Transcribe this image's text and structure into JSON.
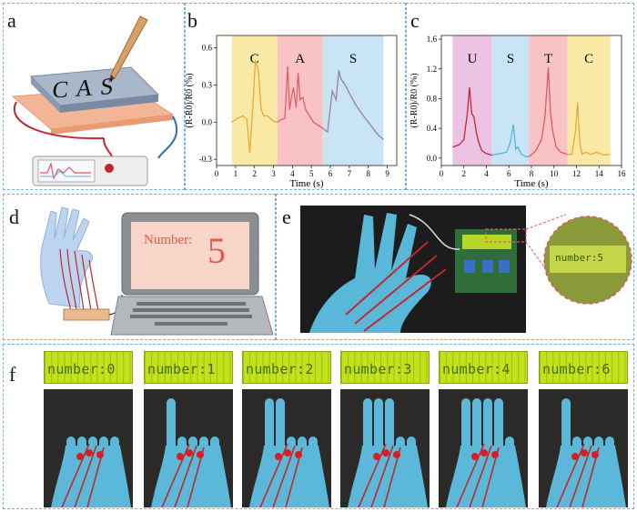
{
  "panels": {
    "a": {
      "label": "a",
      "plate_text": "CAS"
    },
    "b": {
      "label": "b"
    },
    "c": {
      "label": "c"
    },
    "d": {
      "label": "d",
      "screen_text": "Number:",
      "screen_number": "5"
    },
    "e": {
      "label": "e",
      "zoom_text": "number:5"
    },
    "f": {
      "label": "f",
      "lcd_readouts": [
        "number:0",
        "number:1",
        "number:2",
        "number:3",
        "number:4",
        "number:6"
      ]
    }
  },
  "chart_data": [
    {
      "type": "line",
      "panel": "b",
      "xlabel": "Time (s)",
      "ylabel": "(R-R0)/R0 (%)",
      "xlim": [
        0,
        9.5
      ],
      "ylim": [
        -0.35,
        0.7
      ],
      "xticks": [
        "0",
        "1",
        "2",
        "3",
        "4",
        "5",
        "6",
        "7",
        "8",
        "9"
      ],
      "yticks": [
        "-0.3",
        "0.0",
        "0.3",
        "0.6"
      ],
      "regions": [
        {
          "letter": "C",
          "x0": 0.8,
          "x1": 3.2,
          "color": "#fbeaa6"
        },
        {
          "letter": "A",
          "x0": 3.2,
          "x1": 5.6,
          "color": "#f9c3c6"
        },
        {
          "letter": "S",
          "x0": 5.6,
          "x1": 8.8,
          "color": "#c9e4f5"
        }
      ],
      "series": [
        {
          "color": "#e8a93a",
          "x": [
            0.8,
            1.1,
            1.4,
            1.6,
            1.75,
            1.9,
            2.05,
            2.2,
            2.35,
            2.5,
            2.7,
            2.9,
            3.1,
            3.2
          ],
          "y": [
            0.0,
            0.03,
            0.05,
            0.02,
            -0.25,
            0.1,
            0.5,
            0.42,
            0.1,
            0.05,
            0.05,
            0.02,
            0.0,
            0.0
          ]
        },
        {
          "color": "#e0606a",
          "x": [
            3.2,
            3.4,
            3.6,
            3.75,
            3.85,
            3.95,
            4.05,
            4.2,
            4.3,
            4.4,
            4.55,
            4.7,
            4.9,
            5.1,
            5.3,
            5.6
          ],
          "y": [
            0.0,
            0.02,
            0.03,
            0.45,
            0.1,
            0.2,
            0.28,
            0.12,
            0.4,
            0.18,
            0.2,
            0.1,
            0.05,
            0.0,
            -0.02,
            -0.05
          ]
        },
        {
          "color": "#9a7fa0",
          "x": [
            5.6,
            5.85,
            6.1,
            6.3,
            6.45,
            6.55,
            6.7,
            6.85,
            7.05,
            7.3,
            7.6,
            7.9,
            8.2,
            8.5,
            8.8
          ],
          "y": [
            -0.05,
            -0.08,
            0.25,
            0.18,
            0.42,
            0.35,
            0.32,
            0.28,
            0.22,
            0.15,
            0.08,
            0.02,
            -0.04,
            -0.1,
            -0.14
          ]
        }
      ]
    },
    {
      "type": "line",
      "panel": "c",
      "xlabel": "Time (s)",
      "ylabel": "(R-R0)/R0 (%)",
      "xlim": [
        0,
        16
      ],
      "ylim": [
        -0.1,
        1.65
      ],
      "xticks": [
        "0",
        "2",
        "4",
        "6",
        "8",
        "10",
        "12",
        "14",
        "16"
      ],
      "yticks": [
        "0.0",
        "0.4",
        "0.8",
        "1.2",
        "1.6"
      ],
      "regions": [
        {
          "letter": "U",
          "x0": 1.0,
          "x1": 4.5,
          "color": "#ecc3e3"
        },
        {
          "letter": "S",
          "x0": 4.5,
          "x1": 7.8,
          "color": "#c9e4f5"
        },
        {
          "letter": "T",
          "x0": 7.8,
          "x1": 11.2,
          "color": "#f9c3c6"
        },
        {
          "letter": "C",
          "x0": 11.2,
          "x1": 15.0,
          "color": "#fbeaa6"
        }
      ],
      "series": [
        {
          "color": "#c1272d",
          "x": [
            1.0,
            1.6,
            2.0,
            2.3,
            2.5,
            2.7,
            2.9,
            3.1,
            3.3,
            3.6,
            4.0,
            4.5
          ],
          "y": [
            0.15,
            0.18,
            0.25,
            0.6,
            0.95,
            0.6,
            0.55,
            0.35,
            0.22,
            0.1,
            0.06,
            0.04
          ]
        },
        {
          "color": "#5ab2e0",
          "x": [
            4.5,
            5.2,
            5.8,
            6.1,
            6.4,
            6.6,
            6.8,
            7.1,
            7.5,
            7.8
          ],
          "y": [
            0.04,
            0.06,
            0.08,
            0.2,
            0.45,
            0.12,
            0.15,
            0.05,
            0.02,
            0.02
          ]
        },
        {
          "color": "#e05a5f",
          "x": [
            7.8,
            8.4,
            8.9,
            9.2,
            9.5,
            9.7,
            9.9,
            10.2,
            10.6,
            11.2
          ],
          "y": [
            0.02,
            0.1,
            0.25,
            0.55,
            1.22,
            0.6,
            0.35,
            0.15,
            0.08,
            0.05
          ]
        },
        {
          "color": "#e8a93a",
          "x": [
            11.2,
            11.6,
            11.9,
            12.1,
            12.3,
            12.5,
            12.8,
            13.3,
            13.8,
            14.4,
            15.0
          ],
          "y": [
            0.05,
            0.05,
            0.35,
            0.75,
            0.2,
            0.05,
            0.08,
            0.05,
            0.08,
            0.04,
            0.05
          ]
        }
      ]
    }
  ]
}
